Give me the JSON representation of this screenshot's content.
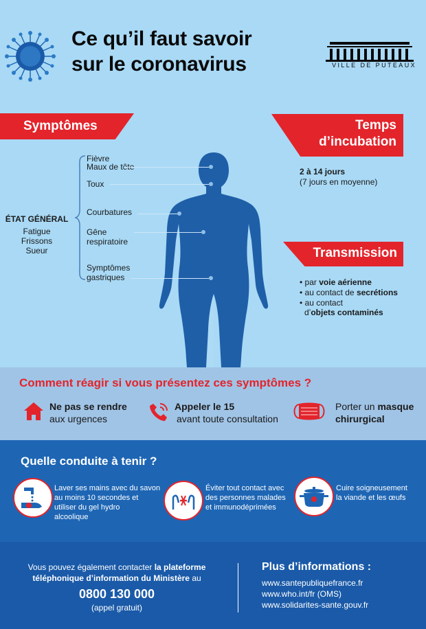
{
  "title_line1": "Ce qu’il faut savoir",
  "title_line2": "sur le coronavirus",
  "logo_text": "VILLE DE PUTEAUX",
  "colors": {
    "red": "#e3242b",
    "light_blue": "#a9d9f5",
    "mid_blue": "#a0c4e6",
    "blue": "#1e66b4",
    "dark_blue": "#1a5aa8",
    "body": "#1f5fa8"
  },
  "symptomes": {
    "label": "Symptômes",
    "items": [
      "Fièvre",
      "Maux de tête",
      "Toux",
      "Courbatures",
      "Gêne",
      "respiratoire",
      "Symptômes",
      "gastriques"
    ]
  },
  "etat_general": {
    "title": "ÉTAT GÉNÉRAL",
    "items": [
      "Fatigue",
      "Frissons",
      "Sueur"
    ]
  },
  "incubation": {
    "label_line1": "Temps",
    "label_line2": "d’incubation",
    "days": "2 à 14 jours",
    "average": "(7 jours en moyenne)"
  },
  "transmission": {
    "label": "Transmission",
    "bullet": "•",
    "items": [
      {
        "pre": "par ",
        "bold": "voie aérienne"
      },
      {
        "pre": "au contact de ",
        "bold": "secrétions"
      },
      {
        "pre": "au contact",
        "bold": ""
      }
    ],
    "last_pre": "d’",
    "last_bold": "objets contaminés"
  },
  "react": {
    "title": "Comment réagir si vous présentez ces symptômes ?",
    "item1_bold": "Ne pas se rendre",
    "item1_rest": "aux urgences",
    "item2_bold": "Appeler le 15",
    "item2_rest": "avant toute consultation",
    "item3_pre": "Porter un ",
    "item3_bold1": "masque",
    "item3_bold2": "chirurgical",
    "icons": [
      "home-icon",
      "phone-icon",
      "mask-icon"
    ]
  },
  "conduct": {
    "title": "Quelle conduite à tenir ?",
    "items": [
      {
        "icon": "handwash-icon",
        "lines": [
          "Laver ses mains avec du savon",
          "au moins 10 secondes et",
          "utiliser du gel hydro",
          "alcoolique"
        ]
      },
      {
        "icon": "no-contact-icon",
        "lines": [
          "Éviter tout contact avec",
          "des personnes malades",
          "et immunodéprimées"
        ]
      },
      {
        "icon": "cooking-pot-icon",
        "lines": [
          "Cuire soigneusement",
          "la viande et les œufs"
        ]
      }
    ]
  },
  "footer": {
    "line1_pre": "Vous pouvez également contacter ",
    "line1_bold": "la plateforme",
    "line2_bold": "téléphonique d’information du Ministère",
    "line2_rest": " au",
    "phone": "0800 130 000",
    "phone_note": "(appel gratuit)",
    "more_title": "Plus d’informations :",
    "urls": [
      "www.santepubliquefrance.fr",
      "www.who.int/fr (OMS)",
      "www.solidarites-sante.gouv.fr"
    ]
  }
}
